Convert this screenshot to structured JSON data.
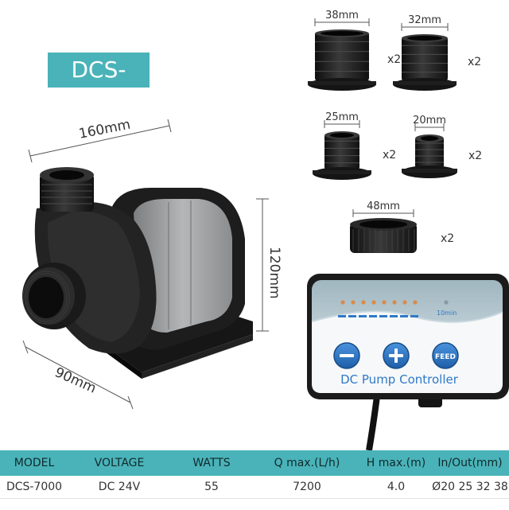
{
  "model_badge": "DCS-7000",
  "dimensions": {
    "length": "160mm",
    "height": "120mm",
    "depth": "90mm"
  },
  "accessories": [
    {
      "size": "38mm",
      "qty": "x2"
    },
    {
      "size": "32mm",
      "qty": "x2"
    },
    {
      "size": "25mm",
      "qty": "x2"
    },
    {
      "size": "20mm",
      "qty": "x2"
    },
    {
      "size": "48mm",
      "qty": "x2"
    }
  ],
  "controller": {
    "title": "DC Pump Controller",
    "timer_label": "10min",
    "minus_button": "minus-icon",
    "plus_button": "plus-icon",
    "feed_button": "FEED",
    "led_count": 8
  },
  "specs": {
    "headers": [
      "MODEL",
      "VOLTAGE",
      "WATTS",
      "Q max.(L/h)",
      "H max.(m)",
      "In/Out(mm)"
    ],
    "row": [
      "DCS-7000",
      "DC 24V",
      "55",
      "7200",
      "4.0",
      "Ø20 25 32 38"
    ]
  },
  "colors": {
    "teal": "#4ab3b9",
    "pump_body": "#1c1c1c",
    "pump_cover": "#9a9c9e",
    "controller_blue": "#2f79c8"
  }
}
